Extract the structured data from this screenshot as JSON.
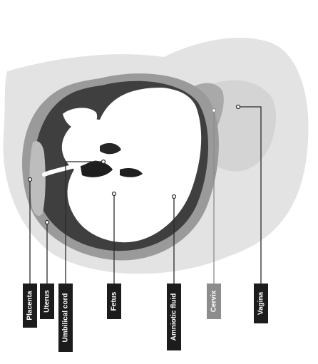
{
  "labels": {
    "placenta": "Placenta",
    "uterus": "Uterus",
    "umbilical_cord": "Umbilical cord",
    "fetus": "Fetus",
    "amniotic_fluid": "Amniotic fluid",
    "cervix": "Cervix",
    "vagina": "Vagina"
  },
  "colors": {
    "label_dark": "#1c1c1c",
    "label_cervix": "#8c8c8c",
    "uterus_wall": "#9a9a9a",
    "amniotic_fluid": "#3f3f3f",
    "fetus": "#ffffff",
    "body_outline": "#e3e3e3",
    "vagina_area": "#d4d4d4"
  }
}
